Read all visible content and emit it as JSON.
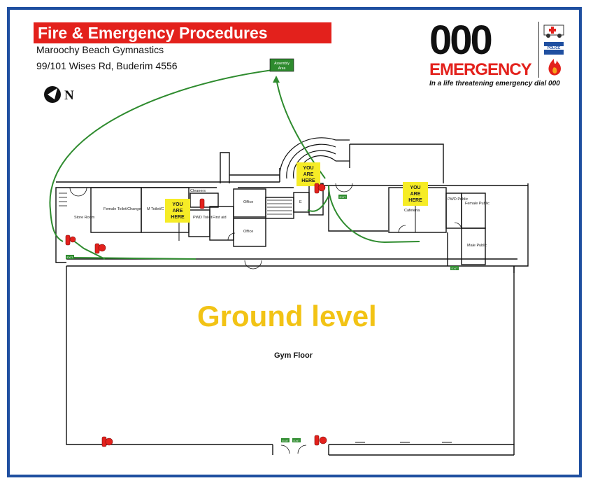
{
  "header": {
    "title": "Fire & Emergency Procedures",
    "venue": "Maroochy Beach Gymnastics",
    "address": "99/101 Wises Rd, Buderim 4556",
    "north_label": "N"
  },
  "emergency_badge": {
    "number": "000",
    "word": "EMERGENCY",
    "tagline": "In a life threatening emergency dial 000",
    "police_label": "POLICE"
  },
  "assembly": {
    "label_line1": "Assembly",
    "label_line2": "Area"
  },
  "you_are_here": {
    "line1": "YOU",
    "line2": "ARE",
    "line3": "HERE"
  },
  "rooms": {
    "store_room": "Store Room",
    "female_toilet": "Female Toilet/Change",
    "male_toilet": "M Toilet/C",
    "cleaners": "Cleaners",
    "pwd_toilet": "PWD Toilet",
    "first_aid": "First aid",
    "office_1": "Office",
    "office_2": "Office",
    "cafeteria": "Cafeteria",
    "pwd_public": "PWD Public",
    "female_public": "Female Public",
    "male_public": "Male Public",
    "lift": "E"
  },
  "level_label": "Ground level",
  "gym_floor": "Gym Floor",
  "exit_sign": "EXIT",
  "colors": {
    "route": "#2e8b2e",
    "title_bg": "#e3211c",
    "frame": "#1f4fa0",
    "level_text": "#f2c315",
    "marker": "#f6ec26"
  }
}
